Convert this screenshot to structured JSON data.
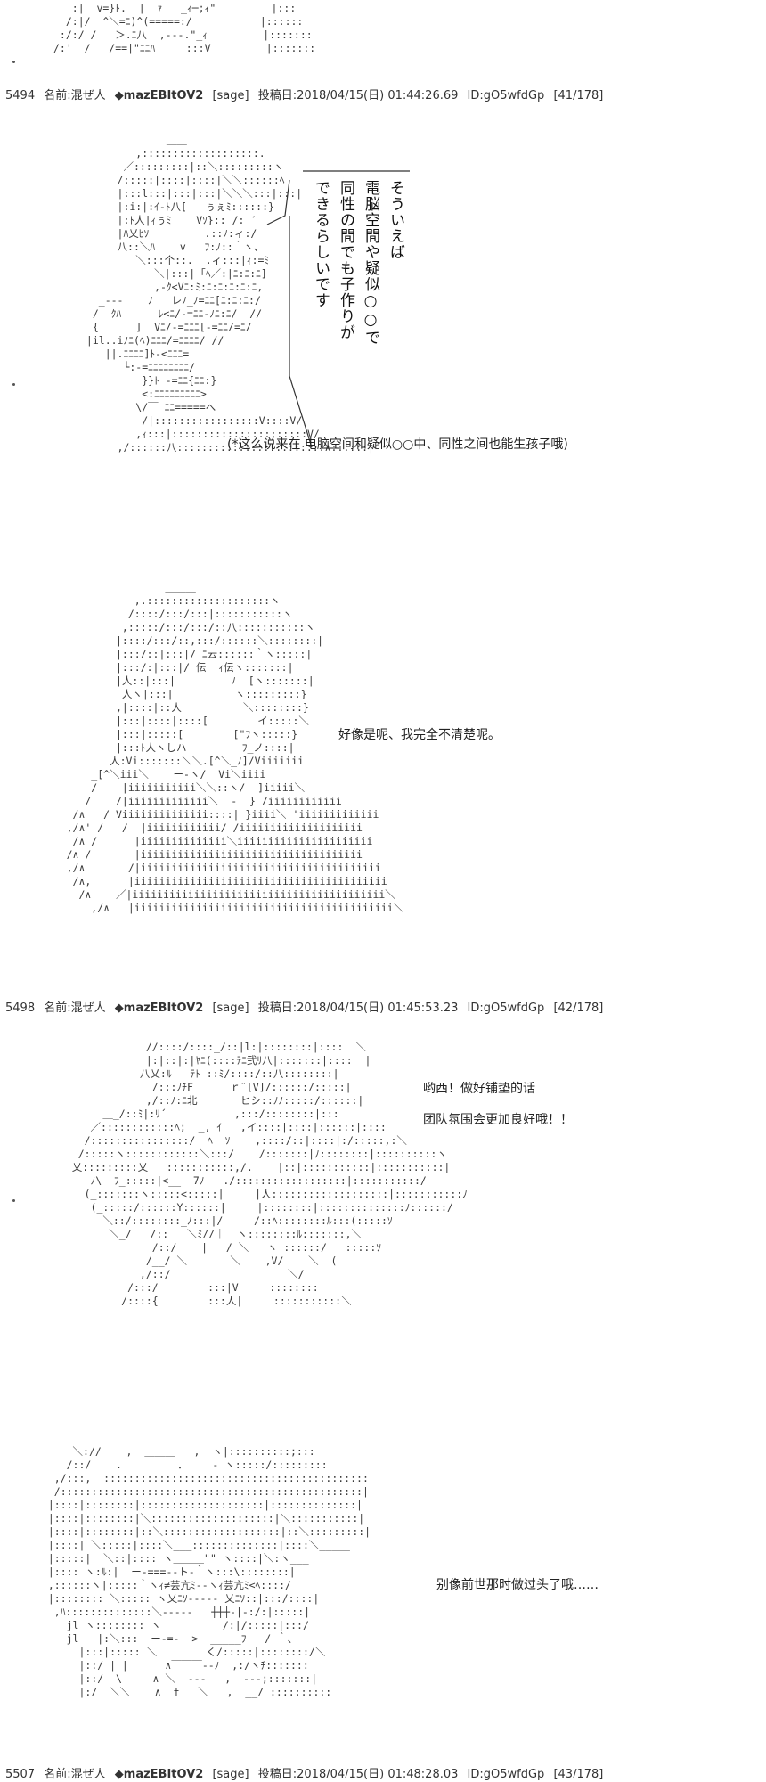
{
  "colors": {
    "text": "#222222",
    "art": "#3a3a3a",
    "background": "#ffffff"
  },
  "posts": [
    {
      "number": "5494",
      "name_label": "名前:",
      "name": "混ぜ人",
      "trip": "◆mazEBItOV2",
      "mail": "[sage]",
      "date_label": "投稿日:",
      "date": "2018/04/15(日) 01:44:26.69",
      "id": "ID:gO5wfdGp",
      "count": "[41/178]"
    },
    {
      "number": "5498",
      "name_label": "名前:",
      "name": "混ぜ人",
      "trip": "◆mazEBItOV2",
      "mail": "[sage]",
      "date_label": "投稿日:",
      "date": "2018/04/15(日) 01:45:53.23",
      "id": "ID:gO5wfdGp",
      "count": "[42/178]"
    },
    {
      "number": "5507",
      "name_label": "名前:",
      "name": "混ぜ人",
      "trip": "◆mazEBItOV2",
      "mail": "[sage]",
      "date_label": "投稿日:",
      "date": "2018/04/15(日) 01:48:28.03",
      "id": "ID:gO5wfdGp",
      "count": "[43/178]"
    }
  ],
  "bubble_japanese": {
    "col1": "そういえば",
    "col2": "電脳空間や疑似○○で",
    "col3": "同性の間でも子作りが",
    "col4": "できるらしいです"
  },
  "captions": {
    "translation_1": "(*这么说来在 电脑空间和疑似○○中、同性之间也能生孩子哦)",
    "translation_2": "好像是呢、我完全不清楚呢。",
    "translation_3a": "哟西！做好铺垫的话",
    "translation_3b": "团队氛围会更加良好哦！！",
    "translation_4": "别像前世那时做过头了哦……"
  },
  "art": {
    "top_fragment": "   :|  v=}ﾄ.  |  ｧ   _ｨ─;ｨ\"         |:::\n  /:|/  ^＼=ﾆ)^(=====:/           |::::::\n :/:/ /   ＞.ﾆ八  ,-‐‐.\"_ｨ         |:::::::\n/:'  /   /==|\"ﾆﾆﾊ     :::V         |:::::::",
    "aa_1": "              ＿＿\n         ,:::::::::::::::::::.\n       ／:::::::::|::＼:::::::::ヽ\n      /:::::|::::|::::|＼＼::::::ﾍ\n      |:::l:::|:::|:::|＼＼＼:::|:::|\n      |:i:|:ｲ‐ﾄ八[   ぅぇﾐ::::::}\n      |:ﾄ人|ｨぅﾐ    Vｿ}:: /: ′\n      |ﾊ乂ﾋｿ         .::ﾉ:ィ:/\n      八::＼ﾊ    v   ﾌ:ﾉ::｀ヽ、\n         ＼:::个::.  .ィ:::|ｨ:=ﾐ\n            ＼|:::|「ﾍ／:|ﾆ:ﾆ:ﾆ]\n            ,-ｸ<Vﾆ:ﾐ:ﾆ:ﾆ:ﾆ:ﾆ:ﾆ,\n   _-‐-    ﾉ   レﾉ_ﾉ=ﾆﾆ[ﾆ:ﾆ:ﾆ:/\n  /  ｸﾊ      ﾚ<ﾆ/-=ﾆﾆ-ﾉﾆ:ﾆ/  //\n  {      ]  Vﾆ/-=ﾆﾆﾆ[-=ﾆﾆ/=ﾆ/\n |il..iﾉﾆ(ﾍ)ﾆﾆﾆ/=ﾆﾆﾆﾆ/ //\n    ||.ﾆﾆﾆﾆ]ﾄ-<ﾆﾆﾆ=\n       └:-=ﾆﾆﾆﾆﾆﾆﾆﾆ/\n          }}ﾄ -=ﾆﾆ{ﾆﾆ:}\n          <:ﾆﾆﾆﾆﾆﾆﾆﾆﾆ>\n         \\/￣ ﾆﾆ=====へ\n          /|:::::::::::::::::V::::V/\n         ,ｨ:::|::::::::::::::::::::::V/\n      ,/::::::八::::::::::::::::::::::::∧::::::|",
    "aa_2": "                     ＿＿＿_\n                ,.::::::::::::::::::::ヽ\n               /::::/:::/:::|:::::::::::ヽ\n              ,:::::/:::/:::/::八:::::::::::ヽ\n             |::::/:::/::,:::/::::::＼::::::::|\n             |:::/::|:::|/ ﾆ云::::::｀ヽ:::::|\n             |:::/:|:::|/ 伝  ｨ伝ヽ:::::::|\n             |人::|:::|         ﾉ  [ヽ:::::::|\n              人ヽ|:::|          ヽ:::::::::}\n             ,|::::|::人          ＼::::::::}\n             |:::|::::|::::[        イ:::::＼\n             |:::|:::::[        [\"ﾌヽ:::::}\n             |:::ﾄ人ヽしハ         ﾌ_ノ::::|\n            人:Vi:::::::＼＼.[^＼_ﾉ]/Viiiiiii\n         _[^＼iii＼    ー-ヽ/  Vi＼iiii\n         /    |iiiiiiiiiii＼＼::ヽ/  ]iiiii＼\n        /    /|iiiiiiiiiiiii＼  -  } /iiiiiiiiiiii\n      /∧   / Viiiiiiiiiiiiii::::| }iiii＼ 'iiiiiiiiiiiii\n     ,/∧' /   /  |iiiiiiiiiiii/ /iiiiiiiiiiiiiiiiiiii\n      /∧ /      |iiiiiiiiiiiiii＼iiiiiiiiiiiiiiiiiiiiii\n     /∧ /       |iiiiiiiiiiiiiiiiiiiiiiiiiiiiiiiiiiii\n     ,/∧       /|iiiiiiiiiiiiiiiiiiiiiiiiiiiiiiiiiiiiiii\n      /∧,      |iiiiiiiiiiiiiiiiiiiiiiiiiiiiiiiiiiiiiiiii\n       /∧    ／|iiiiiiiiiiiiiiiiiiiiiiiiiiiiiiiiiiiiiiiii＼\n         ,/∧   |iiiiiiiiiiiiiiiiiiiiiiiiiiiiiiiiiiiiiiiiii＼",
    "aa_3": "               //::::/::::_/::|l:|::::::::|::::  ＼\n               |:|::|:|ﾔﾆ(::::ﾃﾆ弐ﾘ八|:::::::|::::  |\n              八乂:ﾙ   ﾃﾄ ::ﾐ/::::/::八::::::::|\n                /:::ﾉﾁF      ｒ¨[V]/::::::/:::::|\n               ,/::ﾉ:ﾆ北       ヒシ::ﾉﾉ:::::/::::::|\n        ＿_/::ﾐ|:ﾘ´           ,:::/::::::::|:::\n      ／::::::::::::ﾍ;  _, ｲ   ,イ::::|::::|::::::|::::\n     /::::::::::::::::/  ﾍ  ｿ    ,::::/::|::::|:/:::::,:＼\n    /:::::ヽ::::::::::::＼:::/    /:::::::|ﾉ::::::::|::::::::::ヽ\n   乂:::::::::乂___:::::::::::,/.    |::|:::::::::::|:::::::::::|\n      ﾉ\\  ﾌ_:::::|<__  7ﾉ   ./::::::::::::::::::|:::::::::::/\n     (_:::::::ヽ:::::<:::::|     |人:::::::::::::::::::|:::::::::::ﾉ\n      (_:::::/::::::Y::::::|     |::::::::|::::::::::::::ﾉ::::::/\n        ＼::/::::::::_ﾉ:::|/     /::ﾍ::::::::ﾙ:::(:::::ｿ\n         ＼_/   /::   ＼ﾐ//｜  ヽ::::::::ﾙ:::::::,＼\n                /::/    |   / ＼   ヽ ::::::/   :::::ｿ\n               /__/ ＼       ＼    ,V/    ＼  (\n              ,/::/                   ＼/\n            /:::/        :::|V     ::::::::\n           /::::{        :::人|     :::::::::::＼",
    "aa_4": "      ＼://    ,  ＿＿＿   ,  ヽ|::::::::::;:::\n     /::/    .         ．    - ヽ:::::/:::::::::\n   ,/:::,  :::::::::::::::::::::::::::::::::::::::::::\n   /:::::::::::::::::::::::::::::::::::::::::::::::::|\n  |::::|::::::::|::::::::::::::::::::|::::::::::::::|\n  |::::|::::::::|＼::::::::::::::::::::|＼:::::::::::|\n  |::::|::::::::|::＼:::::::::::::::::::|::＼:::::::::|\n  |::::| ＼:::::|::::＼___::::::::::::::|::::＼_____\n  |:::::|  ＼::|:::: ヽ＿＿＿\"\" ヽ::::|＼:ヽ___\n  |:::: ヽ:ﾙ:|  ー-===‐‐ト-｀ヽ:::\\::::::::|\n  ,::::::ヽ|:::::｀ヽｨ≠芸亢ﾐ-‐ヽｨ芸亢ﾐ<ﾍ::::/\n  |:::::::: ＼::::: ヽ乂ﾆｿ----- 乂ﾆｿ::|:::/::::|\n   ,ﾊ::::::::::::::＼-----   ┼┼┼-|-:/:|:::::|\n     jl ヽ:::::::: ヽ          /:|/:::::|:::/\n     jl   |:＼:::  ー-=-  >  _____ﾌ   / ｀、\n       |:::|::::: ＼        く/:::::|::::::::/＼\n       |::/ | |      ∧￣￣￣--ﾉ  ,:/ヽﾁ:::::::\n       |::/  \\     ∧ ＼  ‐--   ,  ---;:::::::|\n       |:/  ＼＼    ∧  †   ＼   ,  __/ ::::::::::"
  }
}
